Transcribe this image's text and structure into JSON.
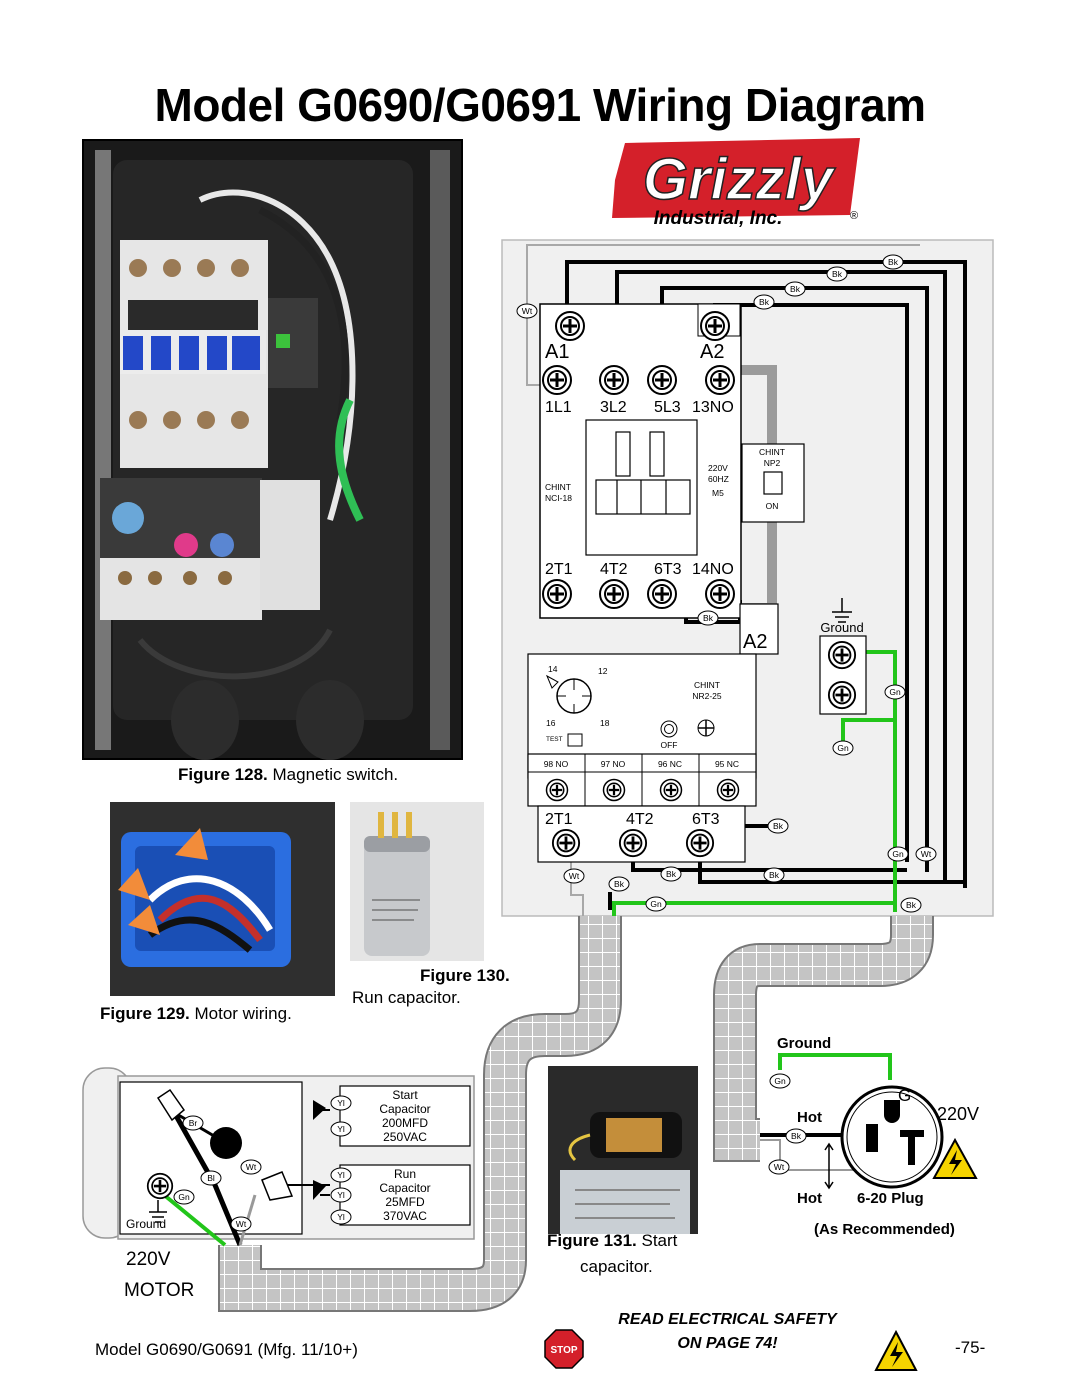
{
  "title": "Model G0690/G0691 Wiring Diagram",
  "logo": {
    "brand": "Grizzly",
    "sub": "Industrial, Inc.",
    "reg": "®",
    "color": "#d4202a"
  },
  "figures": {
    "f128": {
      "label": "Figure 128.",
      "caption": "Magnetic switch."
    },
    "f129": {
      "label": "Figure 129.",
      "caption": "Motor wiring."
    },
    "f130": {
      "label": "Figure 130.",
      "caption": "Run capacitor."
    },
    "f131": {
      "label": "Figure 131.",
      "caption": "Start",
      "caption2": "capacitor."
    }
  },
  "contactor": {
    "coil": [
      "A1",
      "A2"
    ],
    "top_terminals": [
      "1L1",
      "3L2",
      "5L3",
      "13NO"
    ],
    "bottom_terminals": [
      "2T1",
      "4T2",
      "6T3",
      "14NO"
    ],
    "brand": "CHINT",
    "model": "NCI-18",
    "rating": [
      "220V",
      "60HZ",
      "M5"
    ],
    "aux": {
      "brand": "CHINT",
      "model": "NP2",
      "state": "ON"
    },
    "a2_label": "A2"
  },
  "overload": {
    "dial": [
      "14",
      "12",
      "16",
      "18"
    ],
    "brand": "CHINT",
    "model": "NR2-25",
    "test": "TEST",
    "off": "OFF",
    "contacts": [
      "98 NO",
      "97 NO",
      "96 NC",
      "95 NC"
    ],
    "terminals": [
      "2T1",
      "4T2",
      "6T3"
    ]
  },
  "ground_label": "Ground",
  "wire_codes": [
    "Bk",
    "Wt",
    "Gn",
    "Br",
    "Bl",
    "Yl"
  ],
  "motor": {
    "voltage": "220V",
    "label": "MOTOR",
    "ground": "Ground",
    "start_cap": [
      "Start",
      "Capacitor",
      "200MFD",
      "250VAC"
    ],
    "run_cap": [
      "Run",
      "Capacitor",
      "25MFD",
      "370VAC"
    ]
  },
  "plug": {
    "ground": "Ground",
    "hot1": "Hot",
    "hot2": "Hot",
    "g": "G",
    "voltage": "220V",
    "type": "6-20 Plug",
    "note": "(As Recommended)"
  },
  "footer": {
    "model": "Model G0690/G0691 (Mfg. 11/10+)",
    "warning1": "READ ELECTRICAL SAFETY",
    "warning2": "ON PAGE 74!",
    "stop": "STOP",
    "page": "-75-"
  },
  "colors": {
    "wire_black": "#000000",
    "wire_green": "#22c51a",
    "conduit": "#c8c8c8",
    "panel": "#efefef"
  }
}
